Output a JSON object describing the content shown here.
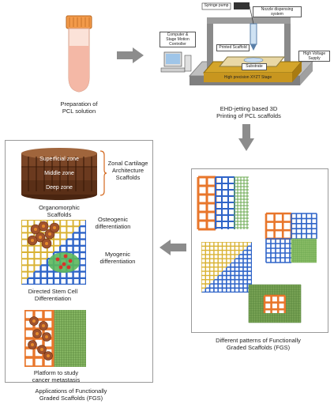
{
  "step1": {
    "caption_line1": "Preparation of",
    "caption_line2": "PCL solution"
  },
  "step2": {
    "caption_line1": "EHD-jetting based 3D",
    "caption_line2": "Printing of PCL scaffolds",
    "parts": {
      "syringe_pump": "Syringe pump",
      "nozzle_line1": "Nozzle dispensing",
      "nozzle_line2": "system",
      "computer_line1": "Computer &",
      "computer_line2": "Stage Motion",
      "computer_line3": "Controller",
      "printed_scaffold": "Printed Scaffold",
      "substrate": "Substrate",
      "hv_line1": "High Voltage",
      "hv_line2": "Supply",
      "stage": "High precision XYZT Stage"
    }
  },
  "step3": {
    "caption_line1": "Different patterns of Functionally",
    "caption_line2": "Graded Scaffolds (FGS)"
  },
  "applications": {
    "title_line1": "Applications of Functionally",
    "title_line2": "Graded Scaffolds (FGS)",
    "zones": [
      "Superficial zone",
      "Middle zone",
      "Deep zone"
    ],
    "zonal_line1": "Zonal Cartilage",
    "zonal_line2": "Architecture",
    "zonal_line3": "Scaffolds",
    "organo_line1": "Organomorphic",
    "organo_line2": "Scaffolds",
    "osteo_line1": "Osteogenic",
    "osteo_line2": "differentiation",
    "myo_line1": "Myogenic",
    "myo_line2": "differentiation",
    "directed_line1": "Directed Stem Cell",
    "directed_line2": "Differentiation",
    "platform_line1": "Platform to study",
    "platform_line2": "cancer metastasis"
  },
  "colors": {
    "orange": "#e8762b",
    "blue": "#2f64c8",
    "green": "#6aa84f",
    "yellow": "#d9b233",
    "arrow": "#8c8c8c",
    "wood": "#6b3a1f",
    "tube": "#f4b8a6"
  }
}
